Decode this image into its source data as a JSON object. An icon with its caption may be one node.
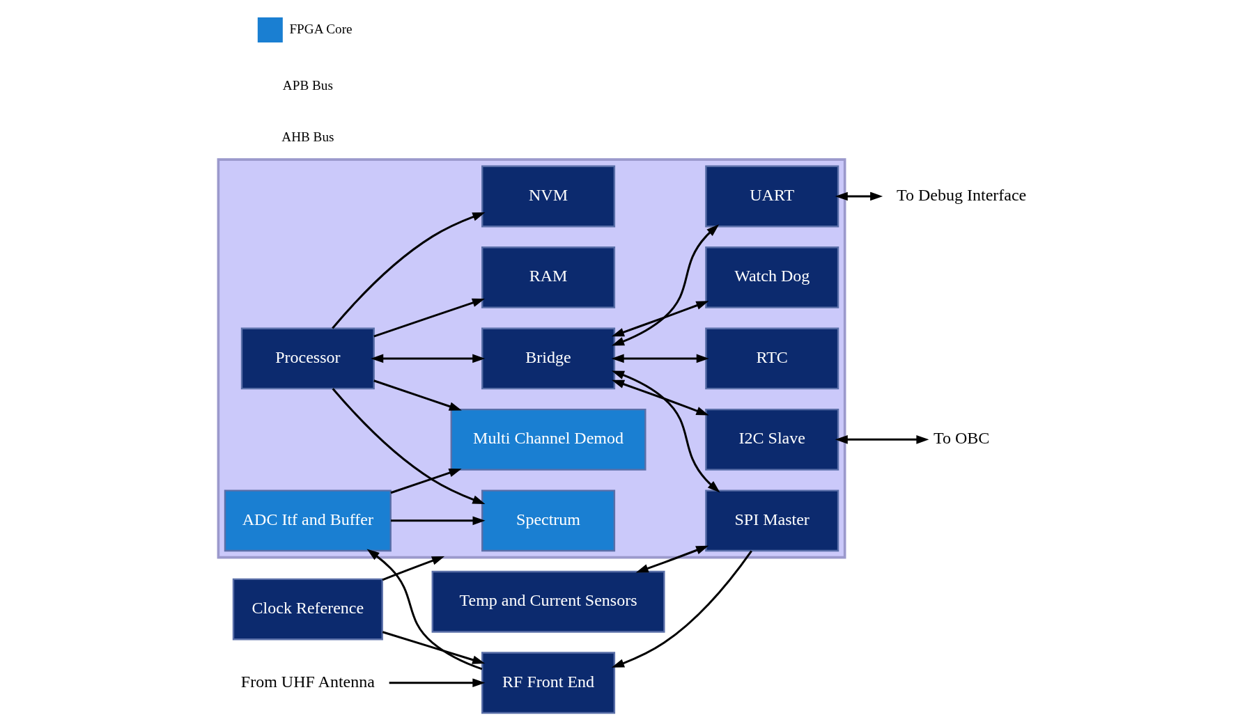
{
  "diagram": {
    "nodes": [
      {
        "text": [
          "Clock Reference"
        ]
      },
      {
        "text": [
          "From UHF Antenna"
        ]
      },
      {
        "text": [
          "RF Front End"
        ]
      },
      {
        "text": [
          "Temp and Current Sensors"
        ]
      },
      {
        "text": [],
        "shape": "box"
      },
      {
        "text": [
          "Spectrum"
        ],
        "in": 4
      },
      {
        "text": [
          "Multi Channel Demod"
        ],
        "in": 4
      },
      {
        "text": [
          "ADC Itf and Buffer"
        ],
        "in": 4
      },
      {
        "text": [
          "Processor"
        ],
        "in": 4
      },
      {
        "text": [
          "RAM"
        ],
        "in": 4
      },
      {
        "text": [
          "NVM"
        ],
        "in": 4
      },
      {
        "text": [
          "Bridge"
        ],
        "in": 4
      },
      {
        "text": [
          "I2C Slave"
        ],
        "in": 4
      },
      {
        "text": [
          "UART"
        ],
        "in": 4
      },
      {
        "text": [
          "SPI Master"
        ],
        "in": 4
      },
      {
        "text": [
          "RTC"
        ],
        "in": 4
      },
      {
        "text": [
          "Watch Dog"
        ],
        "in": 4
      },
      {
        "text": [
          "To OBC"
        ]
      },
      {
        "text": [
          "To Debug Interface"
        ]
      }
    ],
    "edges": [
      {
        "from": 0,
        "to": 4,
        "arrow": "to"
      },
      {
        "from": 0,
        "to": 2,
        "arrow": "to"
      },
      {
        "from": 1,
        "to": 2,
        "arrow": "to"
      },
      {
        "from": 2,
        "to": 7,
        "arrow": "to"
      },
      {
        "from": 3,
        "to": 14,
        "arrow": "both"
      },
      {
        "from": 14,
        "to": 2,
        "arrow": "to"
      },
      {
        "from": 7,
        "to": 5,
        "arrow": "to"
      },
      {
        "from": 7,
        "to": 6,
        "arrow": "to"
      },
      {
        "from": 8,
        "to": 5,
        "arrow": "to"
      },
      {
        "from": 8,
        "to": 6,
        "arrow": "to"
      },
      {
        "from": 8,
        "to": 11,
        "arrow": "both"
      },
      {
        "from": 8,
        "to": 9,
        "arrow": "to"
      },
      {
        "from": 8,
        "to": 10,
        "arrow": "to"
      },
      {
        "from": 11,
        "to": 12,
        "arrow": "both"
      },
      {
        "from": 11,
        "to": 13,
        "arrow": "both"
      },
      {
        "from": 11,
        "to": 14,
        "arrow": "both"
      },
      {
        "from": 11,
        "to": 15,
        "arrow": "both"
      },
      {
        "from": 11,
        "to": 16,
        "arrow": "both"
      },
      {
        "from": 12,
        "to": 17,
        "arrow": "both"
      },
      {
        "from": 13,
        "to": 18,
        "arrow": "both"
      }
    ],
    "labels": [
      "AHB Bus",
      "APB Bus"
    ],
    "legend": [
      {
        "text": "FPGA Core",
        "color": "#1a7fd2"
      }
    ]
  }
}
